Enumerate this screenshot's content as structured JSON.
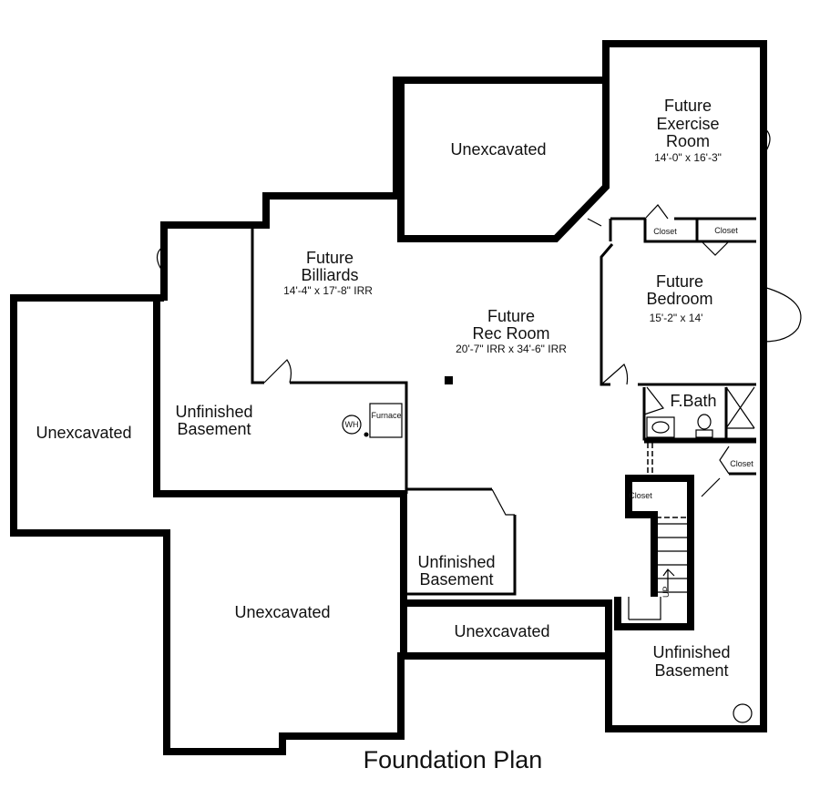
{
  "title": "Foundation Plan",
  "colors": {
    "wall": "#000000",
    "background": "#ffffff"
  },
  "rooms": {
    "unexcavated_top": {
      "name": "Unexcavated"
    },
    "exercise": {
      "line1": "Future",
      "line2": "Exercise",
      "line3": "Room",
      "dims": "14'-0\" x 16'-3\""
    },
    "closet_a": {
      "name": "Closet"
    },
    "closet_b": {
      "name": "Closet"
    },
    "billiards": {
      "line1": "Future",
      "line2": "Billiards",
      "dims": "14'-4\" x 17'-8\" IRR"
    },
    "rec": {
      "line1": "Future",
      "line2": "Rec Room",
      "dims": "20'-7\" IRR x 34'-6\" IRR"
    },
    "bedroom": {
      "line1": "Future",
      "line2": "Bedroom",
      "dims": "15'-2\" x 14'"
    },
    "bath": {
      "name": "F.Bath"
    },
    "closet_c": {
      "name": "Closet"
    },
    "closet_d": {
      "name": "Closet"
    },
    "unexcavated_left": {
      "name": "Unexcavated"
    },
    "unfinished_left": {
      "line1": "Unfinished",
      "line2": "Basement"
    },
    "water_heater": {
      "name": "WH"
    },
    "furnace": {
      "name": "Furnace"
    },
    "unfinished_mid": {
      "line1": "Unfinished",
      "line2": "Basement"
    },
    "unexcavated_bottom": {
      "name": "Unexcavated"
    },
    "unexcavated_small": {
      "name": "Unexcavated"
    },
    "unfinished_right": {
      "line1": "Unfinished",
      "line2": "Basement"
    },
    "stair": {
      "label": "UP"
    }
  }
}
